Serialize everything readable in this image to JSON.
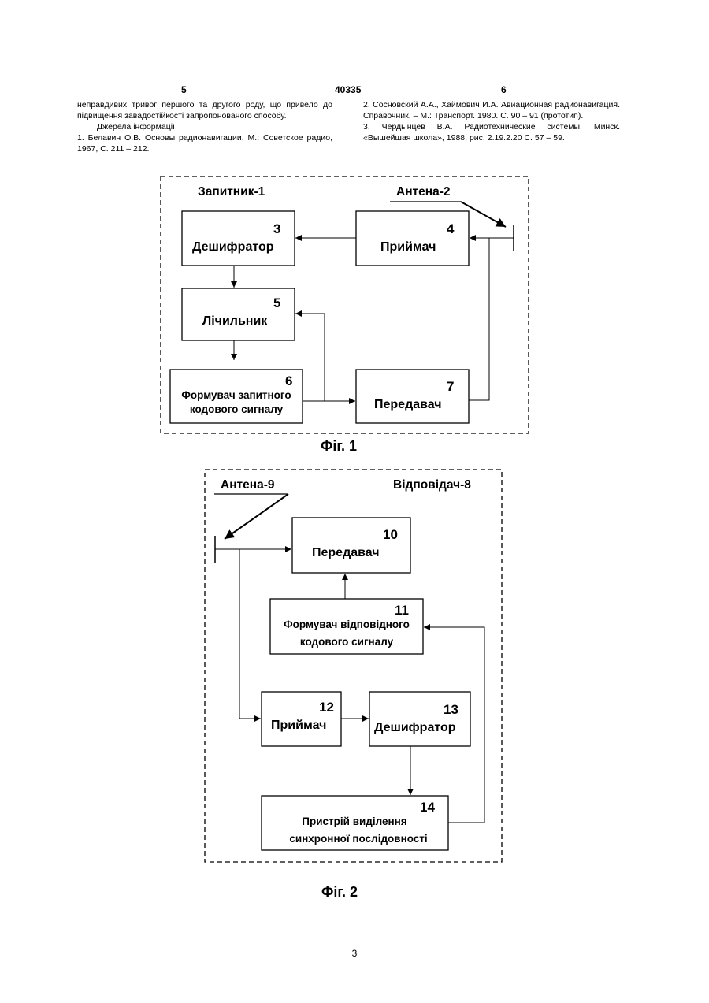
{
  "header": {
    "left_page": "5",
    "patent_number": "40335",
    "right_page": "6"
  },
  "left_column": {
    "para1": "неправдивих тривог першого та другого роду, що привело до підвищення завадостійкості запропонованого способу.",
    "sources_heading": "Джерела інформації:",
    "ref1": "1. Белавин О.В. Основы радионавигации. М.: Советское радио, 1967, С. 211 – 212."
  },
  "right_column": {
    "ref2": "2. Сосновский А.А., Хаймович И.А. Авиационная радионавигация. Справочник. – М.: Транспорт. 1980. С. 90 – 91 (прототип).",
    "ref3": "3. Чердынцев В.А. Радиотехнические системы. Минск. «Вышейшая школа», 1988, рис. 2.19.2.20 С. 57 – 59."
  },
  "fig1": {
    "container_label": "Запитник-1",
    "antenna_label": "Антена-2",
    "decoder": {
      "num": "3",
      "name": "Дешифратор"
    },
    "receiver": {
      "num": "4",
      "name": "Приймач"
    },
    "counter": {
      "num": "5",
      "name": "Лічильник"
    },
    "former": {
      "num": "6",
      "name_line1": "Формувач запитного",
      "name_line2": "кодового сигналу"
    },
    "transmitter": {
      "num": "7",
      "name": "Передавач"
    },
    "caption": "Фіг. 1"
  },
  "fig2": {
    "container_label": "Відповідач-8",
    "antenna_label": "Антена-9",
    "transmitter": {
      "num": "10",
      "name": "Передавач"
    },
    "former": {
      "num": "11",
      "name_line1": "Формувач відповідного",
      "name_line2": "кодового сигналу"
    },
    "receiver": {
      "num": "12",
      "name": "Приймач"
    },
    "decoder": {
      "num": "13",
      "name": "Дешифратор"
    },
    "sync": {
      "num": "14",
      "name_line1": "Пристрій виділення",
      "name_line2": "синхронної послідовності"
    },
    "caption": "Фіг. 2"
  },
  "footer": {
    "page_number": "3"
  }
}
